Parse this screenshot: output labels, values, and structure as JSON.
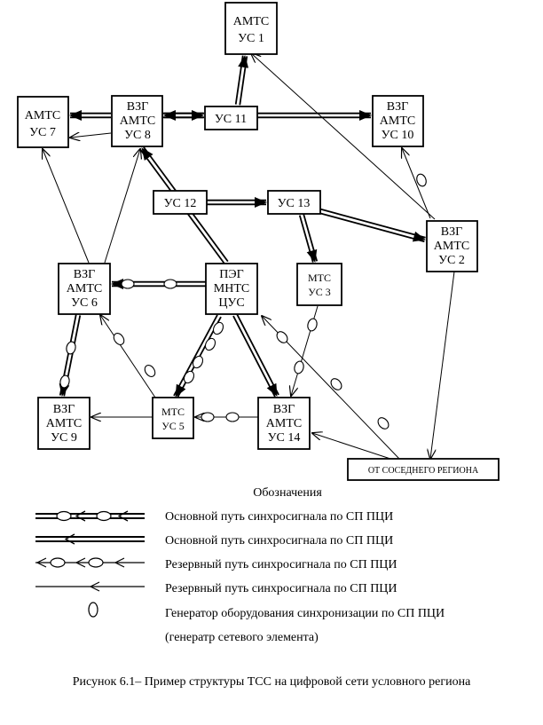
{
  "nodes": {
    "amts_us1": {
      "lines": [
        "АМТС",
        "УС 1"
      ]
    },
    "amts_us7": {
      "lines": [
        "АМТС",
        "УС 7"
      ]
    },
    "vzg_us8": {
      "lines": [
        "ВЗГ",
        "АМТС",
        "УС 8"
      ]
    },
    "us11": {
      "lines": [
        "УС 11"
      ]
    },
    "vzg_us10": {
      "lines": [
        "ВЗГ",
        "АМТС",
        "УС 10"
      ]
    },
    "us12": {
      "lines": [
        "УС 12"
      ]
    },
    "us13": {
      "lines": [
        "УС 13"
      ]
    },
    "vzg_us2": {
      "lines": [
        "ВЗГ",
        "АМТС",
        "УС 2"
      ]
    },
    "vzg_us6": {
      "lines": [
        "ВЗГ",
        "АМТС",
        "УС 6"
      ]
    },
    "peg": {
      "lines": [
        "ПЭГ",
        "МНТС",
        "ЦУС"
      ]
    },
    "mts_us3": {
      "lines": [
        "МТС",
        "УС 3"
      ]
    },
    "vzg_us9": {
      "lines": [
        "ВЗГ",
        "АМТС",
        "УС 9"
      ]
    },
    "mts_us5": {
      "lines": [
        "МТС",
        "УС 5"
      ]
    },
    "vzg_us14": {
      "lines": [
        "ВЗГ",
        "АМТС",
        "УС 14"
      ]
    },
    "neighbor": {
      "lines": [
        "ОТ СОСЕДНЕГО РЕГИОНА"
      ]
    }
  },
  "legend": {
    "title": "Обозначения",
    "items": [
      "Основной путь синхросигнала по СП ПЦИ",
      "Основной путь синхросигнала по СП ПЦИ",
      "Резервный путь синхросигнала по СП ПЦИ",
      "Резервный путь синхросигнала по СП ПЦИ",
      "Генератор оборудования синхронизации по СП ПЦИ"
    ],
    "note": "(генератр сетевого элемента)"
  },
  "caption": "Рисунок 6.1– Пример структуры ТСС на цифровой сети условного региона"
}
